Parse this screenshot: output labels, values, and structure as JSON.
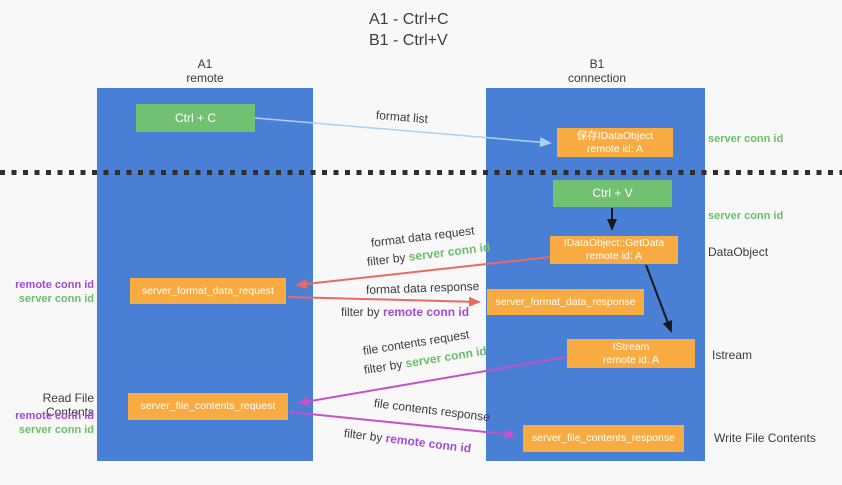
{
  "title": {
    "line1": "A1 - Ctrl+C",
    "line2": "B1 - Ctrl+V"
  },
  "lanes": {
    "left": {
      "name": "A1",
      "sub": "remote"
    },
    "right": {
      "name": "B1",
      "sub": "connection"
    }
  },
  "nodes": {
    "ctrl_c": "Ctrl + C",
    "save_idataobject": {
      "line1": "保存IDataObject",
      "line2": "remote id: A"
    },
    "ctrl_v": "Ctrl + V",
    "getdata": {
      "line1": "IDataObject::GetData",
      "line2": "remote id: A"
    },
    "format_request": "server_format_data_request",
    "format_response": "server_format_data_response",
    "istream": {
      "line1": "IStream",
      "line2": "remote id: A"
    },
    "file_request": "server_file_contents_request",
    "file_response": "server_file_contents_response"
  },
  "edge_labels": {
    "format_list": "format list",
    "format_data_request": "format data request",
    "format_data_response": "format data response",
    "file_contents_request": "file contents request",
    "file_contents_response": "file contents response",
    "filter_by": "filter by",
    "server_conn_id": "server conn id",
    "remote_conn_id": "remote conn id"
  },
  "side_labels": {
    "server_conn_id": "server conn id",
    "remote_conn_id": "remote conn id",
    "dataobject": "DataObject",
    "istream": "Istream",
    "read_file_contents": "Read File Contents",
    "write_file_contents": "Write File Contents"
  },
  "colors": {
    "lane_blue": "#4a7fd6",
    "node_green": "#72c072",
    "node_orange": "#f8ab40",
    "arrow_red": "#e96a60",
    "arrow_magenta": "#c253c8",
    "arrow_light_blue": "#a8d4f2",
    "arrow_black": "#1a1a1a",
    "text_green": "#6abf69",
    "text_purple": "#a44bd4"
  }
}
